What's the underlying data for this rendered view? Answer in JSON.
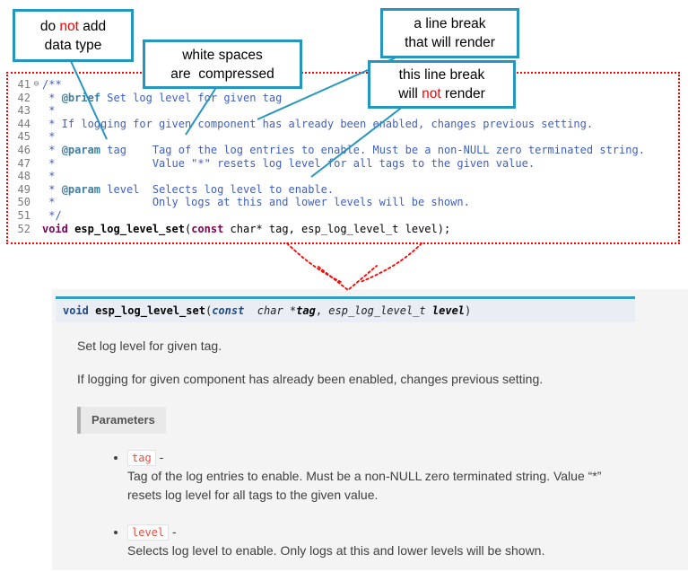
{
  "colors": {
    "callout_border": "#2596be",
    "highlight_red": "#ff0000",
    "doc_comment": "#3f5fbf",
    "doxygen_tag": "#3f7f9f",
    "keyword": "#7f0055",
    "param_literal": "#e74c3c",
    "sig_border": "#2f9ec6"
  },
  "callouts": [
    {
      "lines": [
        [
          {
            "t": "do "
          },
          {
            "t": "not",
            "c": "red"
          },
          {
            "t": " add"
          }
        ],
        [
          {
            "t": "data type"
          }
        ]
      ]
    },
    {
      "lines": [
        [
          {
            "t": "white spaces"
          }
        ],
        [
          {
            "t": "are  compressed"
          }
        ]
      ]
    },
    {
      "lines": [
        [
          {
            "t": "a line break"
          }
        ],
        [
          {
            "t": "that will render"
          }
        ]
      ]
    },
    {
      "lines": [
        [
          {
            "t": "this line break"
          }
        ],
        [
          {
            "t": "will "
          },
          {
            "t": "not",
            "c": "red"
          },
          {
            "t": " render"
          }
        ]
      ]
    }
  ],
  "code": {
    "lines": [
      {
        "num": "41",
        "fold": "⊖",
        "tokens": [
          {
            "t": "/**",
            "c": "cm"
          }
        ]
      },
      {
        "num": "42",
        "tokens": [
          {
            "t": " * ",
            "c": "cm"
          },
          {
            "t": "@brief",
            "c": "tag"
          },
          {
            "t": " Set log level for given tag",
            "c": "cm"
          }
        ]
      },
      {
        "num": "43",
        "tokens": [
          {
            "t": " *",
            "c": "cm"
          }
        ]
      },
      {
        "num": "44",
        "tokens": [
          {
            "t": " * If logging for given component has already been enabled, changes previous setting.",
            "c": "cm"
          }
        ]
      },
      {
        "num": "45",
        "tokens": [
          {
            "t": " *",
            "c": "cm"
          }
        ]
      },
      {
        "num": "46",
        "tokens": [
          {
            "t": " * ",
            "c": "cm"
          },
          {
            "t": "@param",
            "c": "tag"
          },
          {
            "t": " tag    Tag of the log entries to enable. Must be a non-NULL zero terminated string.",
            "c": "cm"
          }
        ]
      },
      {
        "num": "47",
        "tokens": [
          {
            "t": " *               Value \"*\" resets log level for all tags to the given value.",
            "c": "cm"
          }
        ]
      },
      {
        "num": "48",
        "tokens": [
          {
            "t": " *",
            "c": "cm"
          }
        ]
      },
      {
        "num": "49",
        "tokens": [
          {
            "t": " * ",
            "c": "cm"
          },
          {
            "t": "@param",
            "c": "tag"
          },
          {
            "t": " level  Selects log level to enable.",
            "c": "cm"
          }
        ]
      },
      {
        "num": "50",
        "tokens": [
          {
            "t": " *               Only logs at this and lower levels will be shown.",
            "c": "cm"
          }
        ]
      },
      {
        "num": "51",
        "tokens": [
          {
            "t": " */",
            "c": "cm"
          }
        ]
      },
      {
        "num": "52",
        "tokens": [
          {
            "t": "void",
            "c": "kw"
          },
          {
            "t": " "
          },
          {
            "t": "esp_log_level_set",
            "c": "fn"
          },
          {
            "t": "("
          },
          {
            "t": "const",
            "c": "kw"
          },
          {
            "t": " char* tag, esp_log_level_t level);"
          }
        ]
      }
    ]
  },
  "docs": {
    "signature_tokens": [
      {
        "t": "void",
        "c": "skw"
      },
      {
        "t": " "
      },
      {
        "t": "esp_log_level_set",
        "c": "sname"
      },
      {
        "t": "("
      },
      {
        "t": "const",
        "c": "skw si"
      },
      {
        "t": "  "
      },
      {
        "t": "char",
        "c": "si"
      },
      {
        "t": " *"
      },
      {
        "t": "tag",
        "c": "sparam"
      },
      {
        "t": ", "
      },
      {
        "t": "esp_log_level_t",
        "c": "si"
      },
      {
        "t": " "
      },
      {
        "t": "level",
        "c": "sparam"
      },
      {
        "t": ")"
      }
    ],
    "brief": "Set log level for given tag.",
    "description": "If logging for given component has already been enabled, changes previous setting.",
    "parameters_label": "Parameters",
    "params": [
      {
        "name": "tag",
        "sep": " - ",
        "desc": "Tag of the log entries to enable. Must be a non-NULL zero terminated string. Value “*” resets log level for all tags to the given value."
      },
      {
        "name": "level",
        "sep": " - ",
        "desc": "Selects log level to enable. Only logs at this and lower levels will be shown."
      }
    ]
  }
}
